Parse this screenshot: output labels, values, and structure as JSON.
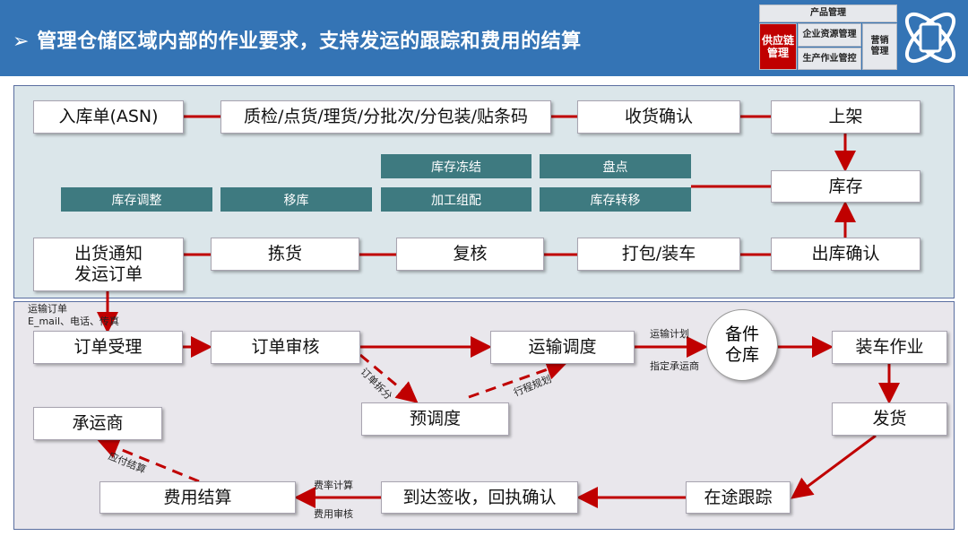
{
  "header": {
    "title": "➢ 管理仓储区域内部的作业要求，支持发运的跟踪和费用的结算"
  },
  "product_map": {
    "top": "产品管理",
    "scm": "供应链\n管理",
    "erp": "企业资源管理",
    "mes": "生产作业管控",
    "marketing": "营销\n管理",
    "logo_icon": "tablet-orbit-icon"
  },
  "warehouse": {
    "inbound": "入库单(ASN)",
    "qc": "质检/点货/理货/分批次/分包装/贴条码",
    "receive": "收货确认",
    "shelve": "上架",
    "stock": "库存",
    "outbound_confirm": "出库确认",
    "pack": "打包/装车",
    "recheck": "复核",
    "pick": "拣货",
    "ship_notice": "出货通知\n发运订单",
    "ops": [
      "库存冻结",
      "盘点",
      "库存调整",
      "移库",
      "加工组配",
      "库存转移"
    ]
  },
  "transport": {
    "order_note": "运输订单\nE_mail、电话、传真",
    "accept": "订单受理",
    "review": "订单审核",
    "dispatch": "运输调度",
    "warehouse": "备件\n仓库",
    "loading": "装车作业",
    "ship": "发货",
    "tracking": "在途跟踪",
    "arrival": "到达签收，回执确认",
    "settle": "费用结算",
    "carrier": "承运商",
    "predispatch": "预调度",
    "labels": {
      "split": "订单拆分",
      "route": "行程规划",
      "plan": "运输计划",
      "assign": "指定承运商",
      "rate": "费率计算",
      "audit": "费用审核",
      "payable": "应付结算"
    }
  },
  "colors": {
    "accent": "#c00000",
    "header": "#3474b5",
    "teal": "#3e7a80"
  }
}
